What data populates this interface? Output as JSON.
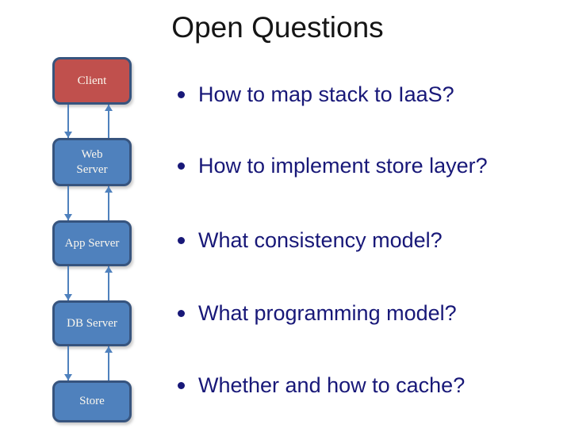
{
  "title": "Open Questions",
  "colors": {
    "background": "#ffffff",
    "title_text": "#151515",
    "bullet_text": "#181878",
    "node_red_fill": "#C0504D",
    "node_blue_fill": "#4F81BD",
    "node_border": "#37547E",
    "connector": "#4F81BD",
    "node_label_text": "#FBF7EE"
  },
  "stack": {
    "nodes": [
      {
        "label": "Client",
        "fill": "#C0504D"
      },
      {
        "label": "Web\nServer",
        "fill": "#4F81BD"
      },
      {
        "label": "App Server",
        "fill": "#4F81BD"
      },
      {
        "label": "DB Server",
        "fill": "#4F81BD"
      },
      {
        "label": "Store",
        "fill": "#4F81BD"
      }
    ],
    "connectors": "bidirectional pair (down-arrow left line, up-arrow right line) between each adjacent node"
  },
  "bullets": {
    "items": [
      {
        "text": "How to map stack to IaaS?"
      },
      {
        "text": "How to implement store layer?"
      },
      {
        "text": "What consistency model?"
      },
      {
        "text": "What programming model?"
      },
      {
        "text": "Whether and how to cache?"
      }
    ]
  }
}
